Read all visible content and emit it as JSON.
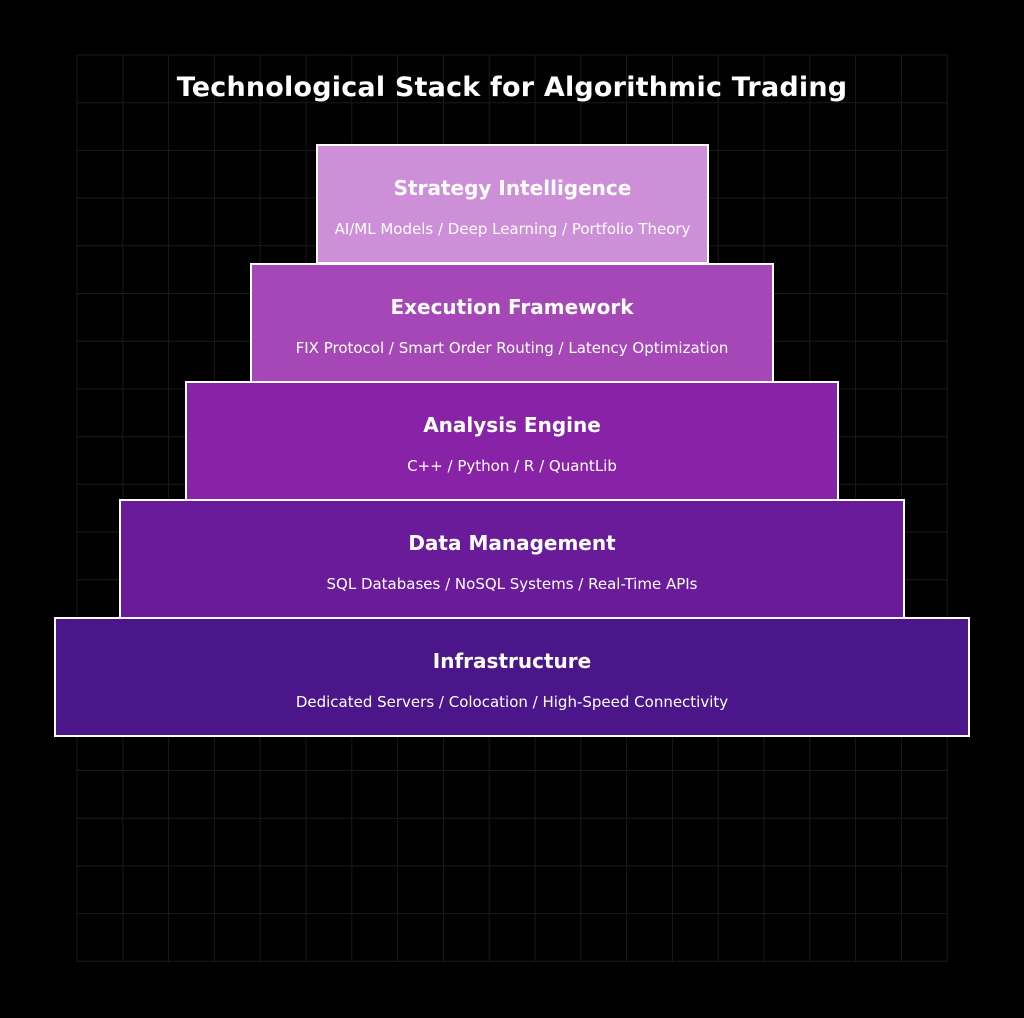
{
  "diagram": {
    "title": "Technological Stack for Algorithmic Trading",
    "background_color": "#000000",
    "border_color": "#ffffff",
    "tiers": [
      {
        "name": "Strategy Intelligence",
        "description": "AI/ML Models / Deep Learning / Portfolio Theory",
        "color": "#cd8fd8"
      },
      {
        "name": "Execution Framework",
        "description": "FIX Protocol / Smart Order Routing / Latency Optimization",
        "color": "#a647b8"
      },
      {
        "name": "Analysis Engine",
        "description": "C++ / Python / R / QuantLib",
        "color": "#8823a8"
      },
      {
        "name": "Data Management",
        "description": "SQL Databases / NoSQL Systems / Real-Time APIs",
        "color": "#6a1b9a"
      },
      {
        "name": "Infrastructure",
        "description": "Dedicated Servers / Colocation / High-Speed Connectivity",
        "color": "#4a168a"
      }
    ]
  }
}
